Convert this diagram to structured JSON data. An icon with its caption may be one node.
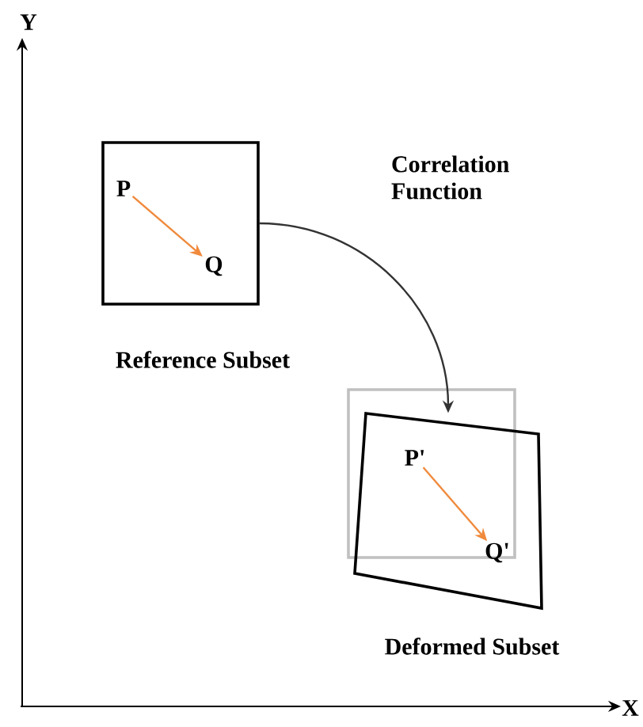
{
  "diagram": {
    "nodes": [
      {
        "text": [
          "Reference Subset"
        ]
      },
      {
        "text": [
          "P"
        ],
        "in": 0
      },
      {
        "text": [
          "Q"
        ],
        "in": 0
      },
      {
        "text": [
          "Deformed Subset"
        ]
      },
      {
        "text": [
          "P'"
        ],
        "in": 3
      },
      {
        "text": [
          "Q'"
        ],
        "in": 3
      }
    ],
    "edges": [
      {
        "from": 1,
        "to": 2,
        "arrow": "to",
        "color": "#f08a3c"
      },
      {
        "from": 4,
        "to": 5,
        "arrow": "to",
        "color": "#f08a3c"
      },
      {
        "from": 0,
        "to": 3,
        "arrow": "to",
        "label": "Correlation Function",
        "color": "#333333"
      }
    ],
    "labels": [
      "Y",
      "X"
    ]
  }
}
